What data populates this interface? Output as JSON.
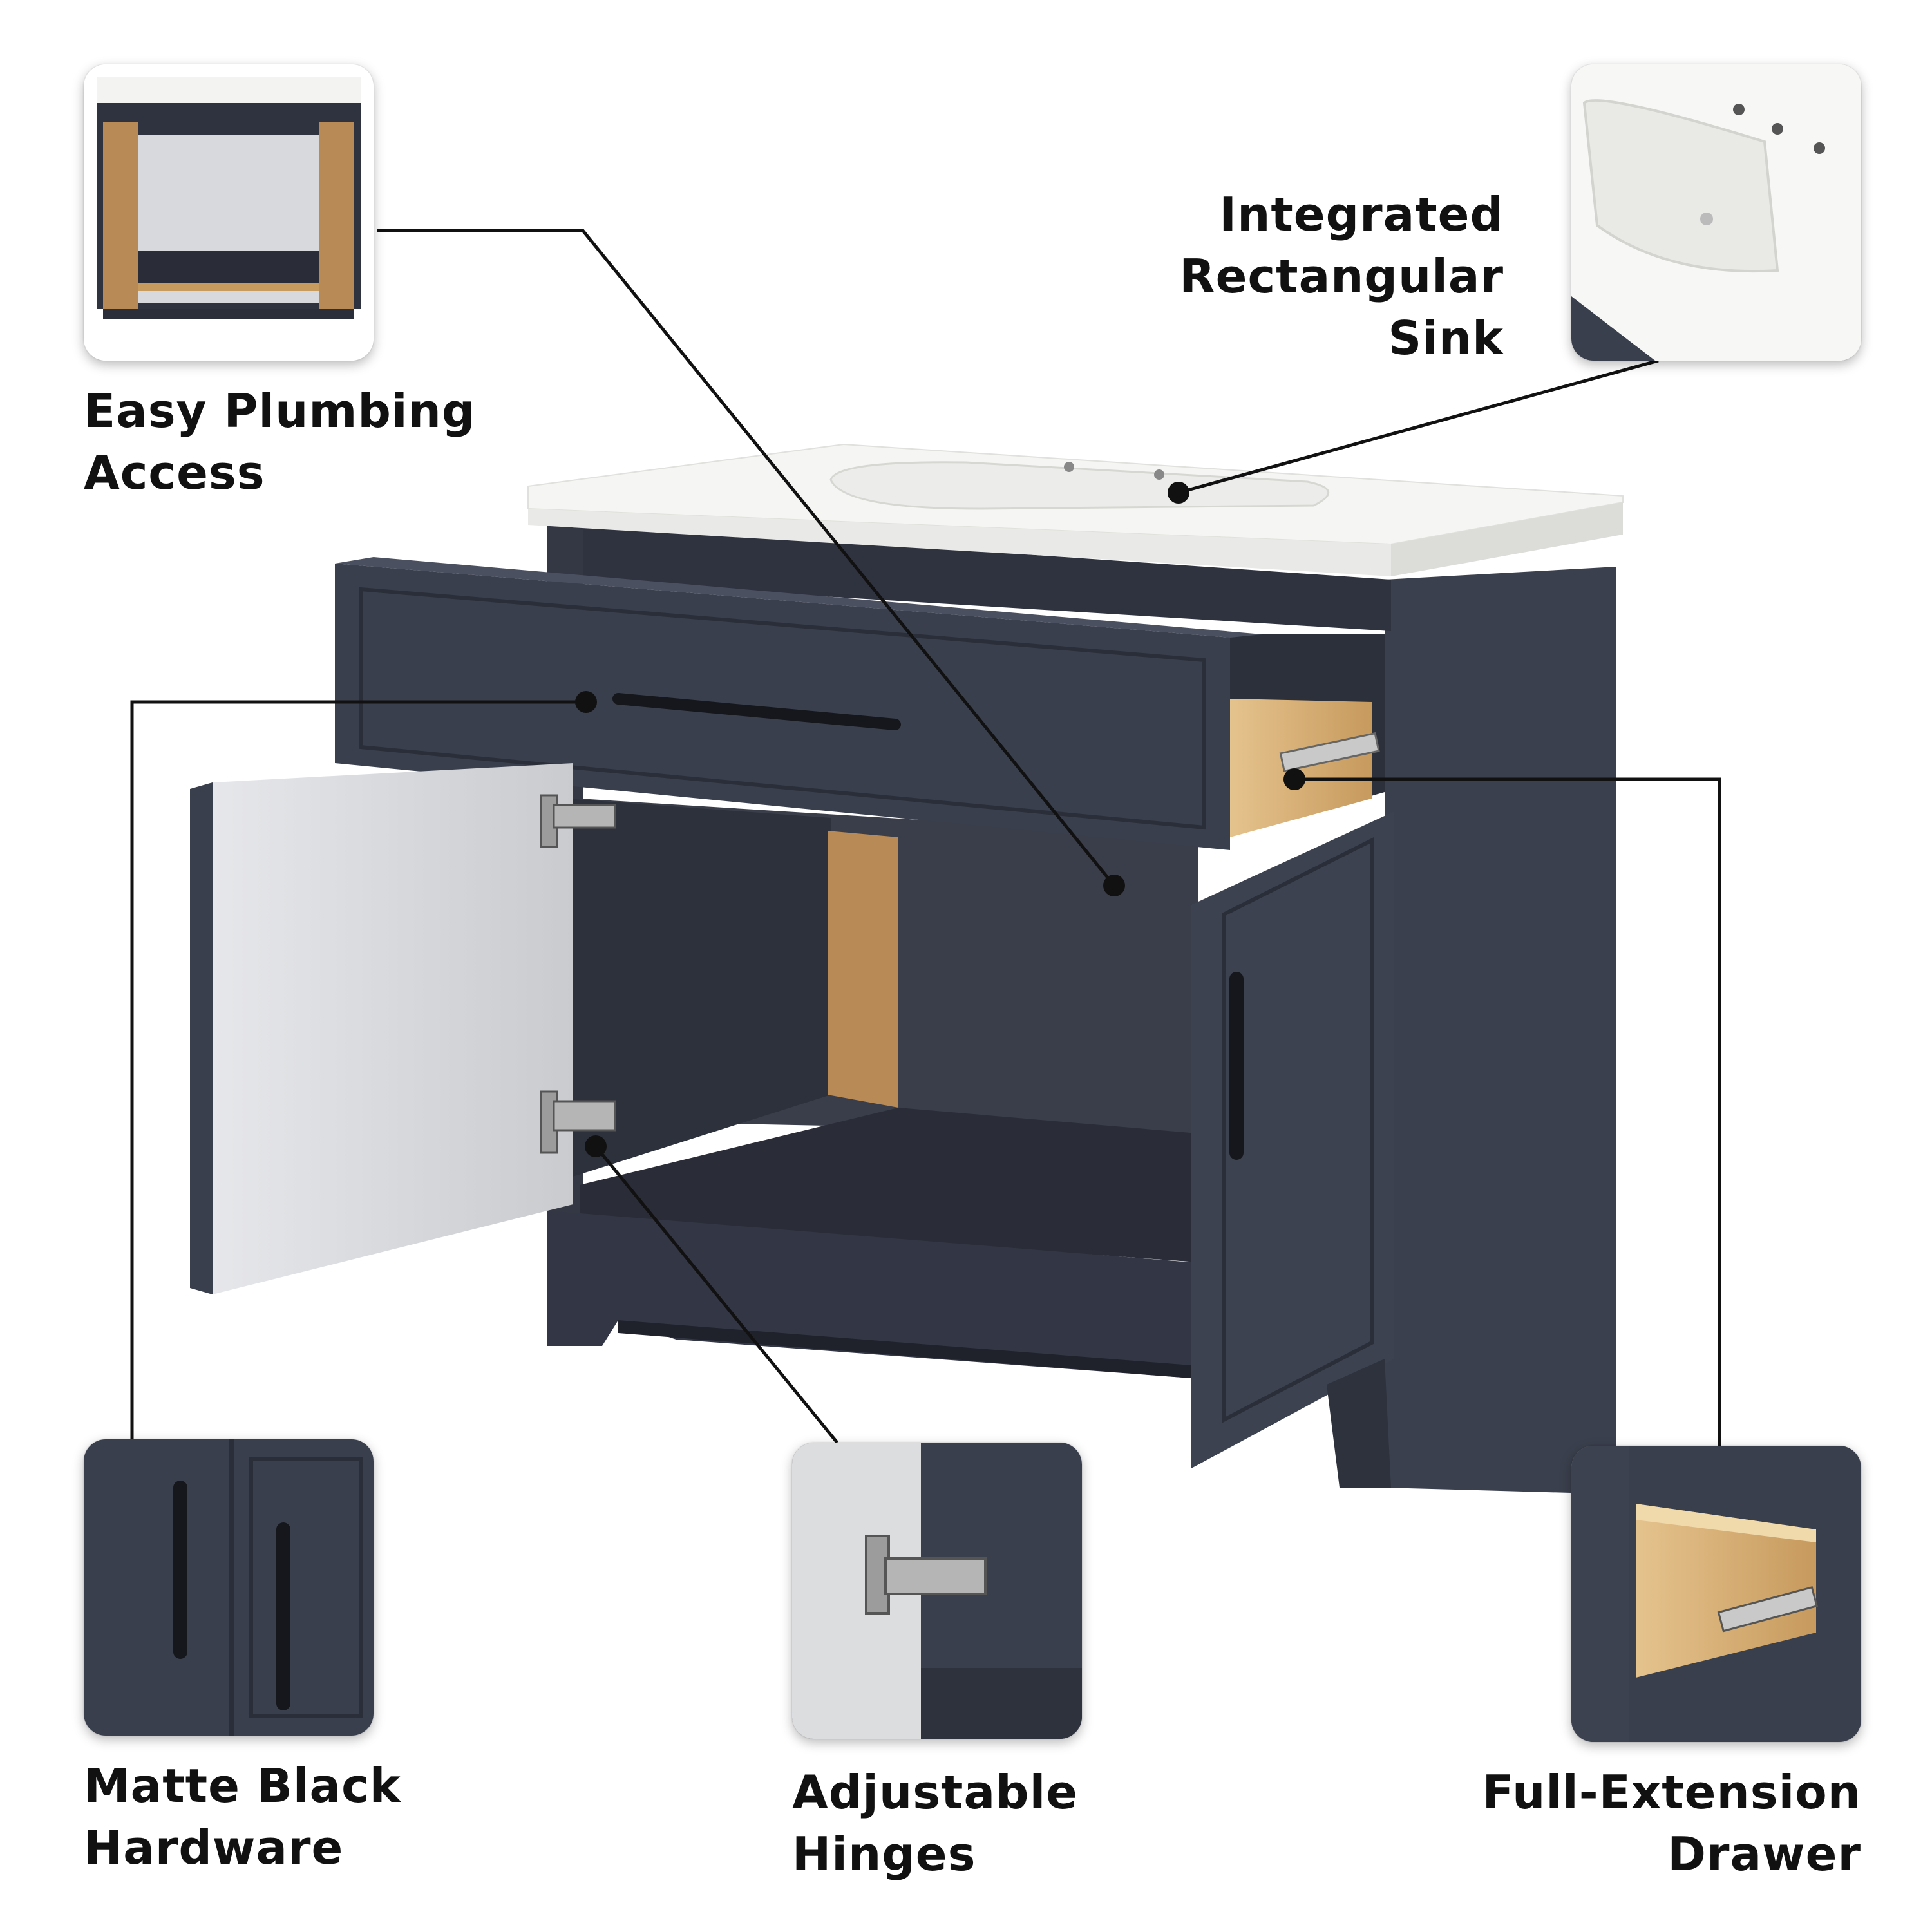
{
  "features": {
    "plumbing": {
      "line1": "Easy Plumbing",
      "line2": "Access"
    },
    "sink": {
      "line1": "Integrated",
      "line2": "Rectangular",
      "line3": "Sink"
    },
    "hardware": {
      "line1": "Matte Black",
      "line2": "Hardware"
    },
    "hinges": {
      "line1": "Adjustable",
      "line2": "Hinges"
    },
    "drawer": {
      "line1": "Full-Extension",
      "line2": "Drawer"
    }
  },
  "colors": {
    "cabinet_navy": "#3a3f4d",
    "cabinet_dark": "#2b2f3a",
    "top_white": "#f4f4f2",
    "wood": "#d9b47c",
    "callout_line": "#111111"
  },
  "icons": [
    "drawer-pull",
    "door-pull",
    "hinge",
    "drawer-slide",
    "faucet-hole"
  ]
}
